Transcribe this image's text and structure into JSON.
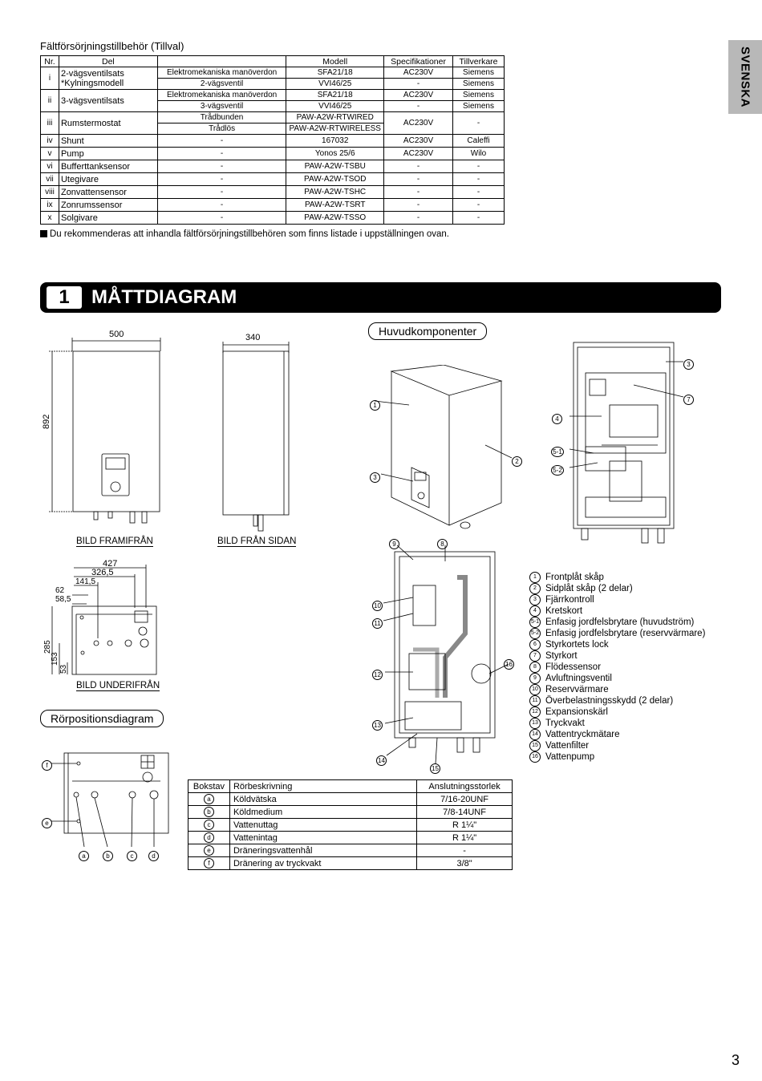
{
  "side_tab": "SVENSKA",
  "accessories": {
    "title": "Fältförsörjningstillbehör (Tillval)",
    "headers": [
      "Nr.",
      "Del",
      "",
      "Modell",
      "Specifikationer",
      "Tillverkare"
    ],
    "rows": [
      {
        "nr": "i",
        "del": "2-vägsventilsats\n*Kylningsmodell",
        "sub": [
          {
            "desc": "Elektromekaniska manöverdon",
            "model": "SFA21/18",
            "spec": "AC230V",
            "maker": "Siemens"
          },
          {
            "desc": "2-vägsventil",
            "model": "VVI46/25",
            "spec": "-",
            "maker": "Siemens"
          }
        ]
      },
      {
        "nr": "ii",
        "del": "3-vägsventilsats",
        "sub": [
          {
            "desc": "Elektromekaniska manöverdon",
            "model": "SFA21/18",
            "spec": "AC230V",
            "maker": "Siemens"
          },
          {
            "desc": "3-vägsventil",
            "model": "VVI46/25",
            "spec": "-",
            "maker": "Siemens"
          }
        ]
      },
      {
        "nr": "iii",
        "del": "Rumstermostat",
        "sub": [
          {
            "desc": "Trådbunden",
            "model": "PAW-A2W-RTWIRED"
          },
          {
            "desc": "Trådlös",
            "model": "PAW-A2W-RTWIRELESS"
          }
        ],
        "spec": "AC230V",
        "maker": "-"
      },
      {
        "nr": "iv",
        "del": "Shunt",
        "desc": "-",
        "model": "167032",
        "spec": "AC230V",
        "maker": "Caleffi"
      },
      {
        "nr": "v",
        "del": "Pump",
        "desc": "-",
        "model": "Yonos 25/6",
        "spec": "AC230V",
        "maker": "Wilo"
      },
      {
        "nr": "vi",
        "del": "Bufferttanksensor",
        "desc": "-",
        "model": "PAW-A2W-TSBU",
        "spec": "-",
        "maker": "-"
      },
      {
        "nr": "vii",
        "del": "Utegivare",
        "desc": "-",
        "model": "PAW-A2W-TSOD",
        "spec": "-",
        "maker": "-"
      },
      {
        "nr": "viii",
        "del": "Zonvattensensor",
        "desc": "-",
        "model": "PAW-A2W-TSHC",
        "spec": "-",
        "maker": "-"
      },
      {
        "nr": "ix",
        "del": "Zonrumssensor",
        "desc": "-",
        "model": "PAW-A2W-TSRT",
        "spec": "-",
        "maker": "-"
      },
      {
        "nr": "x",
        "del": "Solgivare",
        "desc": "-",
        "model": "PAW-A2W-TSSO",
        "spec": "-",
        "maker": "-"
      }
    ],
    "note": "Du rekommenderas att inhandla fältförsörjningstillbehören som finns listade i uppställningen ovan."
  },
  "section": {
    "number": "1",
    "title": "MÅTTDIAGRAM"
  },
  "front_view": {
    "caption": "BILD FRAMIFRÅN",
    "width": "500",
    "height": "892"
  },
  "side_view": {
    "caption": "BILD FRÅN SIDAN",
    "depth": "340"
  },
  "bottom_view": {
    "caption": "BILD UNDERIFRÅN",
    "dims": [
      "427",
      "326,5",
      "141,5",
      "62",
      "58,5",
      "285",
      "153",
      "53"
    ]
  },
  "pipe_diagram": {
    "title": "Rörpositionsdiagram",
    "letters": [
      "a",
      "b",
      "c",
      "d",
      "e",
      "f"
    ]
  },
  "main_components": {
    "title": "Huvudkomponenter",
    "iso_callouts": [
      "1",
      "2",
      "3"
    ],
    "back_callouts": [
      "3",
      "7",
      "4",
      "5-1",
      "5-2"
    ],
    "inner_callouts": [
      "9",
      "8",
      "10",
      "11",
      "12",
      "16",
      "13",
      "14",
      "15"
    ],
    "legend": [
      {
        "n": "1",
        "label": "Frontplåt skåp"
      },
      {
        "n": "2",
        "label": "Sidplåt skåp (2 delar)"
      },
      {
        "n": "3",
        "label": "Fjärrkontroll"
      },
      {
        "n": "4",
        "label": "Kretskort"
      },
      {
        "n": "5-1",
        "label": "Enfasig jordfelsbrytare (huvudström)"
      },
      {
        "n": "5-2",
        "label": "Enfasig jordfelsbrytare (reservvärmare)"
      },
      {
        "n": "6",
        "label": "Styrkortets lock"
      },
      {
        "n": "7",
        "label": "Styrkort"
      },
      {
        "n": "8",
        "label": "Flödessensor"
      },
      {
        "n": "9",
        "label": "Avluftningsventil"
      },
      {
        "n": "10",
        "label": "Reservvärmare"
      },
      {
        "n": "11",
        "label": "Överbelastningsskydd (2 delar)"
      },
      {
        "n": "12",
        "label": "Expansionskärl"
      },
      {
        "n": "13",
        "label": "Tryckvakt"
      },
      {
        "n": "14",
        "label": "Vattentryckmätare"
      },
      {
        "n": "15",
        "label": "Vattenfilter"
      },
      {
        "n": "16",
        "label": "Vattenpump"
      }
    ]
  },
  "pipe_table": {
    "headers": [
      "Bokstav",
      "Rörbeskrivning",
      "Anslutningsstorlek"
    ],
    "rows": [
      {
        "letter": "a",
        "desc": "Köldvätska",
        "size": "7/16-20UNF"
      },
      {
        "letter": "b",
        "desc": "Köldmedium",
        "size": "7/8-14UNF"
      },
      {
        "letter": "c",
        "desc": "Vattenuttag",
        "size": "R 1¼\""
      },
      {
        "letter": "d",
        "desc": "Vattenintag",
        "size": "R 1¼\""
      },
      {
        "letter": "e",
        "desc": "Dräneringsvattenhål",
        "size": "-"
      },
      {
        "letter": "f",
        "desc": "Dränering av tryckvakt",
        "size": "3/8\""
      }
    ]
  },
  "page_number": "3"
}
